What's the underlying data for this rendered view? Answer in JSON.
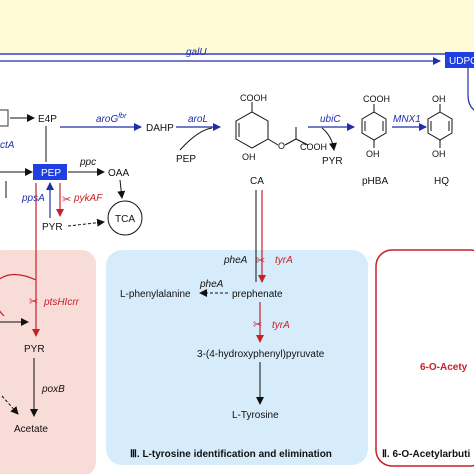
{
  "colors": {
    "top_band_fill": "#fffbd7",
    "top_band_border": "#2f3fd0",
    "enzyme_blue": "#1f2fa8",
    "knockout_red": "#c8202a",
    "panel_acetate_fill": "#f8dcd7",
    "panel_tyrosine_fill": "#d6ecfa",
    "panel_arbutin_border": "#c8202a",
    "pep_box_fill": "#1f3fe0"
  },
  "top": {
    "galu": "galU",
    "udpg_partial": "UDPG",
    "acta_partial": "ctA"
  },
  "metabolites": {
    "e4p": "E4P",
    "pep": "PEP",
    "oaa": "OAA",
    "pyr_left": "PYR",
    "tca": "TCA",
    "dahp": "DAHP",
    "pep_small": "PEP",
    "ca": "CA",
    "pyr_mid": "PYR",
    "phba": "pHBA",
    "hq": "HQ",
    "cooh_ca": "COOH",
    "cooh_ca2": "COOH",
    "oh_ca": "OH",
    "o_ca": "O",
    "cooh_phba": "COOH",
    "oh_phba": "OH",
    "oh_hq_top": "OH",
    "oh_hq_bottom": "OH"
  },
  "enzymes": {
    "arog": "aroG",
    "arog_sup": "fbr",
    "arol": "aroL",
    "ubic": "ubiC",
    "mnx1": "MNX1",
    "ppc": "ppc",
    "ppsa": "ppsA",
    "pykaf": "pykAF",
    "phea_top": "pheA",
    "tyra_top": "tyrA"
  },
  "panel_acetate": {
    "ptshicrr": "ptsHIcrr",
    "pyr": "PYR",
    "poxb": "poxB",
    "acetate": "Acetate"
  },
  "panel_tyrosine": {
    "phenylalanine": "L-phenylalanine",
    "phea": "pheA",
    "prephenate": "prephenate",
    "tyra": "tyrA",
    "hpp": "3-(4-hydroxyphenyl)pyruvate",
    "tyrosine": "L-Tyrosine",
    "caption": "Ⅲ. L-tyrosine identification and elimination"
  },
  "panel_arbutin": {
    "label": "6-O-Acety",
    "caption": "Ⅱ. 6-O-Acetylarbuti"
  }
}
